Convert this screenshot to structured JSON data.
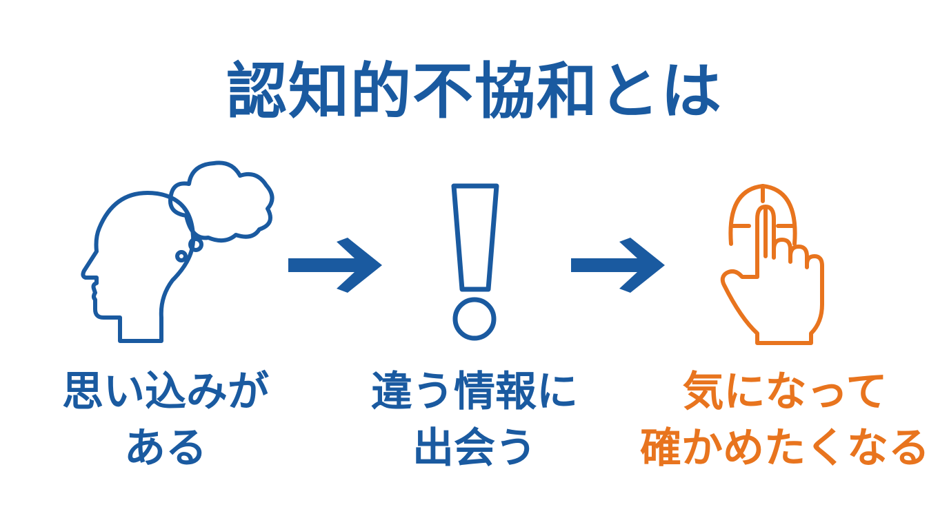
{
  "title": "認知的不協和とは",
  "colors": {
    "primary": "#1a5aa0",
    "accent": "#e8741e",
    "background": "#ffffff"
  },
  "steps": [
    {
      "icon": "head-thought-bubble-icon",
      "line1": "思い込みが",
      "line2": "ある",
      "color": "primary"
    },
    {
      "icon": "exclamation-icon",
      "line1": "違う情報に",
      "line2": "出会う",
      "color": "primary"
    },
    {
      "icon": "hand-mouse-click-icon",
      "line1": "気になって",
      "line2": "確かめたくなる",
      "color": "accent"
    }
  ]
}
